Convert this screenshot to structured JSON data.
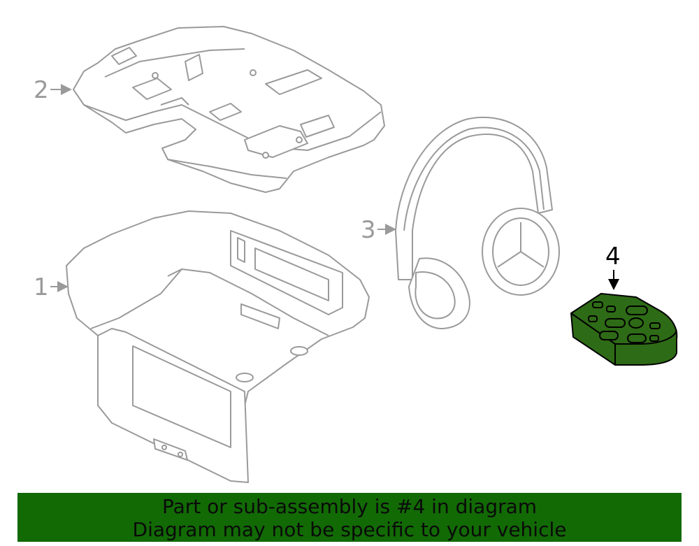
{
  "callouts": {
    "part1": "1",
    "part2": "2",
    "part3": "3",
    "part4": "4"
  },
  "highlight_part": "4",
  "colors": {
    "line_gray": "#9a9a9a",
    "highlight_fill": "#2e6b16",
    "highlight_stroke": "#000000",
    "banner_bg": "#126a05",
    "banner_text": "#0a0a0a"
  },
  "banner": {
    "line1": "Part or sub-assembly is #4 in diagram",
    "line2": "Diagram may not be specific to your vehicle"
  }
}
